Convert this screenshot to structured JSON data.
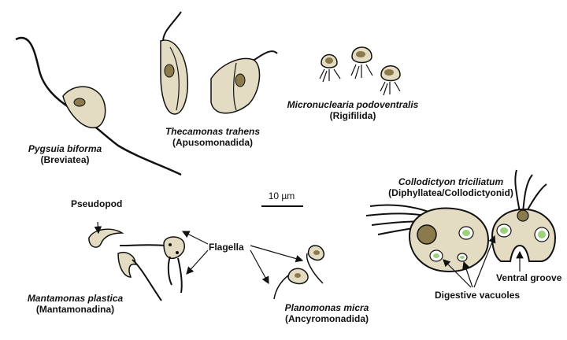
{
  "organisms": {
    "pygsuia": {
      "name": "Pygsuia biforma",
      "group": "(Breviatea)"
    },
    "thecamonas": {
      "name": "Thecamonas trahens",
      "group": "(Apusomonadida)"
    },
    "micronuclearia": {
      "name": "Micronuclearia podoventralis",
      "group": "(Rigifilida)"
    },
    "collodictyon": {
      "name": "Collodictyon triciliatum",
      "group": "(Diphyllatea/Collodictyonid)"
    },
    "mantamonas": {
      "name": "Mantamonas plastica",
      "group": "(Mantamonadina)"
    },
    "planomonas": {
      "name": "Planomonas micra",
      "group": "(Ancyromonadida)"
    }
  },
  "annotations": {
    "pseudopod": "Pseudopod",
    "flagella": "Flagella",
    "ventral_groove": "Ventral groove",
    "digestive_vacuoles": "Digestive vacuoles"
  },
  "scale_bar": {
    "label": "10 µm"
  },
  "colors": {
    "cell_fill": "#e3dcc3",
    "nucleus": "#8a7a4c",
    "vacuole": "#9bd37a",
    "outline": "#111111"
  }
}
